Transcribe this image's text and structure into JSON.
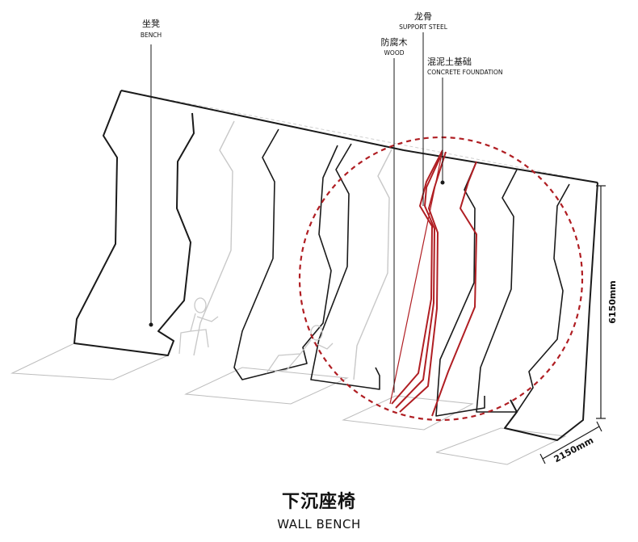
{
  "labels": {
    "bench": {
      "cn": "坐凳",
      "en": "BENCH"
    },
    "support_steel": {
      "cn": "龙骨",
      "en": "SUPPORT STEEL"
    },
    "wood": {
      "cn": "防腐木",
      "en": "WOOD"
    },
    "concrete": {
      "cn": "混泥土基础",
      "en": "CONCRETE FOUNDATION"
    }
  },
  "dimensions": {
    "height": "6150mm",
    "depth": "2150mm"
  },
  "caption": {
    "cn": "下沉座椅",
    "en": "WALL BENCH"
  },
  "colors": {
    "line": "#1a1a1a",
    "ghost": "#c8c8c8",
    "highlight": "#b01e23"
  }
}
